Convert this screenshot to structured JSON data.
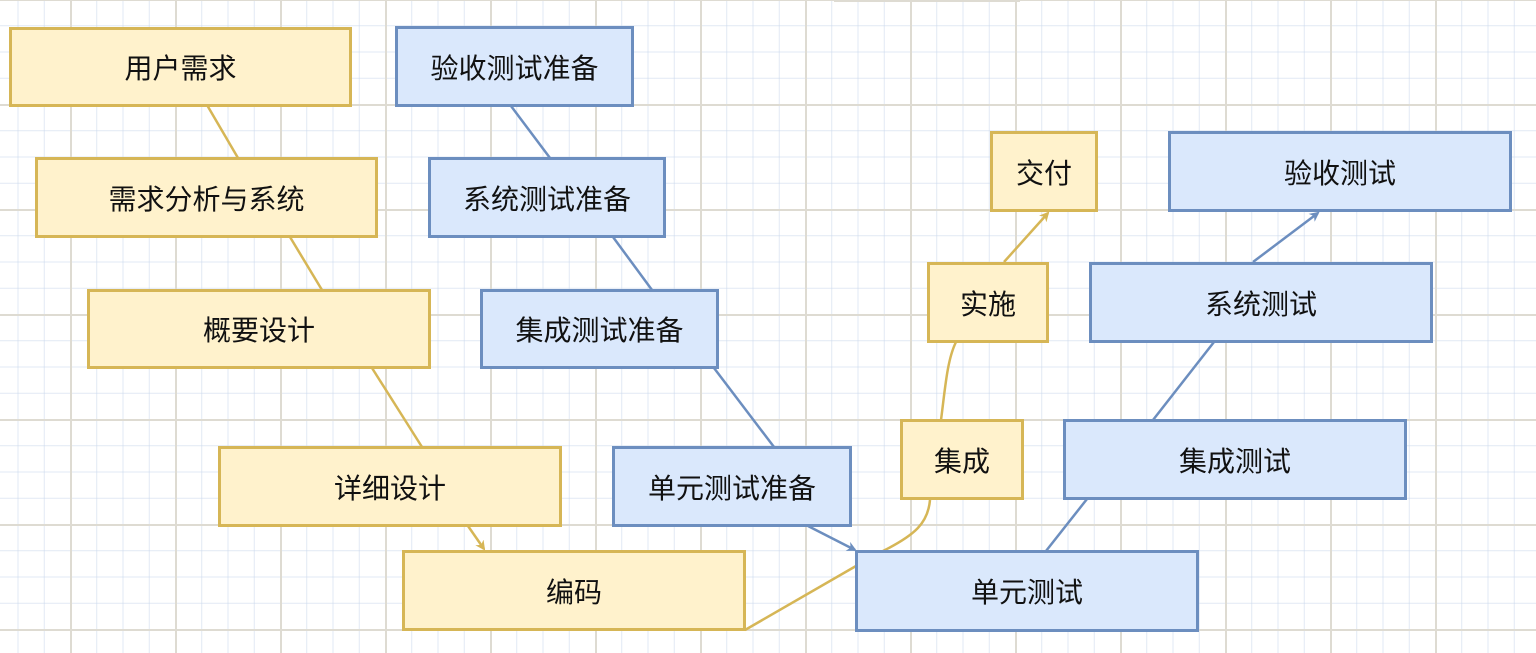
{
  "colors": {
    "yellow_fill": "#fff2cc",
    "yellow_stroke": "#d6b656",
    "blue_fill": "#dae8fc",
    "blue_stroke": "#6c8ebf"
  },
  "nodes": {
    "user_requirements": "用户需求",
    "requirements_analysis": "需求分析与系统",
    "outline_design": "概要设计",
    "detailed_design": "详细设计",
    "coding": "编码",
    "integration": "集成",
    "implementation": "实施",
    "delivery": "交付",
    "acceptance_prep": "验收测试准备",
    "system_test_prep": "系统测试准备",
    "integration_test_prep": "集成测试准备",
    "unit_test_prep": "单元测试准备",
    "unit_test": "单元测试",
    "integration_test": "集成测试",
    "system_test": "系统测试",
    "acceptance_test": "验收测试"
  },
  "edges": [
    {
      "from": "user_requirements",
      "to": "requirements_analysis",
      "color": "yellow",
      "arrow": false
    },
    {
      "from": "requirements_analysis",
      "to": "outline_design",
      "color": "yellow",
      "arrow": false
    },
    {
      "from": "outline_design",
      "to": "detailed_design",
      "color": "yellow",
      "arrow": false
    },
    {
      "from": "detailed_design",
      "to": "coding",
      "color": "yellow",
      "arrow": true
    },
    {
      "from": "coding",
      "to": "integration",
      "color": "yellow",
      "arrow": false
    },
    {
      "from": "integration",
      "to": "implementation",
      "color": "yellow",
      "arrow": false
    },
    {
      "from": "implementation",
      "to": "delivery",
      "color": "yellow",
      "arrow": true
    },
    {
      "from": "acceptance_prep",
      "to": "system_test_prep",
      "color": "blue",
      "arrow": false
    },
    {
      "from": "system_test_prep",
      "to": "integration_test_prep",
      "color": "blue",
      "arrow": false
    },
    {
      "from": "integration_test_prep",
      "to": "unit_test_prep",
      "color": "blue",
      "arrow": false
    },
    {
      "from": "unit_test_prep",
      "to": "unit_test",
      "color": "blue",
      "arrow": true
    },
    {
      "from": "unit_test",
      "to": "integration_test",
      "color": "blue",
      "arrow": false
    },
    {
      "from": "integration_test",
      "to": "system_test",
      "color": "blue",
      "arrow": false
    },
    {
      "from": "system_test",
      "to": "acceptance_test",
      "color": "blue",
      "arrow": true
    }
  ]
}
